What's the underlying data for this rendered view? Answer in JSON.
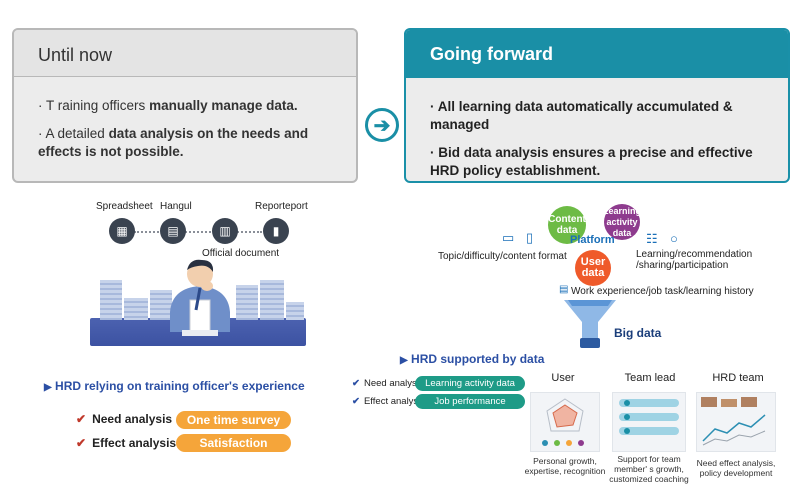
{
  "until_now": {
    "title": "Until now",
    "items": [
      {
        "prefix": "· T raining officers ",
        "bold": "manually manage data."
      },
      {
        "prefix": "· A detailed ",
        "bold": "data analysis on the needs and effects is not possible."
      }
    ]
  },
  "going_forward": {
    "title": "Going forward",
    "items": [
      "· All learning data automatically accumulated & managed",
      "· Bid data analysis ensures a precise and effective HRD policy establishment."
    ]
  },
  "arrow_icon": "arrow-right-circle-icon",
  "tools": {
    "labels": [
      "Spreadsheet",
      "Hangul",
      "Reporteport"
    ],
    "official_document": "Official document"
  },
  "left_section": {
    "title": "HRD relying on training officer's experience",
    "rows": [
      {
        "label": "Need analysis",
        "value": "One time survey"
      },
      {
        "label": "Effect analysis",
        "value": "Satisfaction"
      }
    ]
  },
  "platform": {
    "bubbles": {
      "content": "Content data",
      "learning": "Learning activity data",
      "user": "User data"
    },
    "center": "Platform",
    "left_label": "Topic/difficulty/content format",
    "right_label": "Learning/recommendation /sharing/participation",
    "bottom_label": "Work experience/job task/learning history",
    "big_data": "Big data"
  },
  "right_section": {
    "title": "HRD supported by data",
    "rows": [
      {
        "label": "Need analysis",
        "value": "Learning activity data analysis"
      },
      {
        "label": "Effect analysis",
        "value": "Job performance"
      }
    ],
    "cards": [
      {
        "title": "User",
        "caption": "Personal growth, expertise, recognition"
      },
      {
        "title": "Team lead",
        "caption": "Support for team member' s growth, customized coaching"
      },
      {
        "title": "HRD team",
        "caption": "Need effect analysis, policy development"
      }
    ]
  },
  "colors": {
    "teal": "#1a8fa6",
    "orange": "#f5a53a",
    "green": "#1e9b87",
    "purple": "#8e3b8e",
    "navy": "#2b4fa4"
  }
}
